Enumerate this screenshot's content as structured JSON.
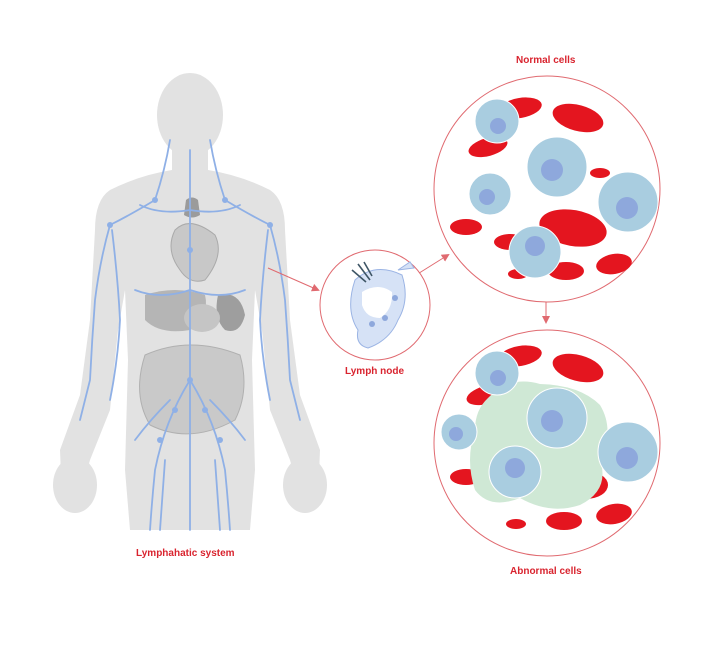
{
  "labels": {
    "lymphatic_system": "Lymphahatic system",
    "lymph_node": "Lymph node",
    "normal_cells": "Normal cells",
    "abnormal_cells": "Abnormal cells"
  },
  "colors": {
    "label_red": "#d9242f",
    "body_gray": "#e2e2e2",
    "organ_gray": "#bdbdbd",
    "vessel_blue": "#8fb0e6",
    "red_cell": "#e4151f",
    "red_cell_dark": "#b80d16",
    "blue_cell": "#a9cde0",
    "blue_nucleus": "#8ea8dc",
    "abnormal_mass": "#cfe8d5",
    "circle_outline": "#e06a70"
  }
}
